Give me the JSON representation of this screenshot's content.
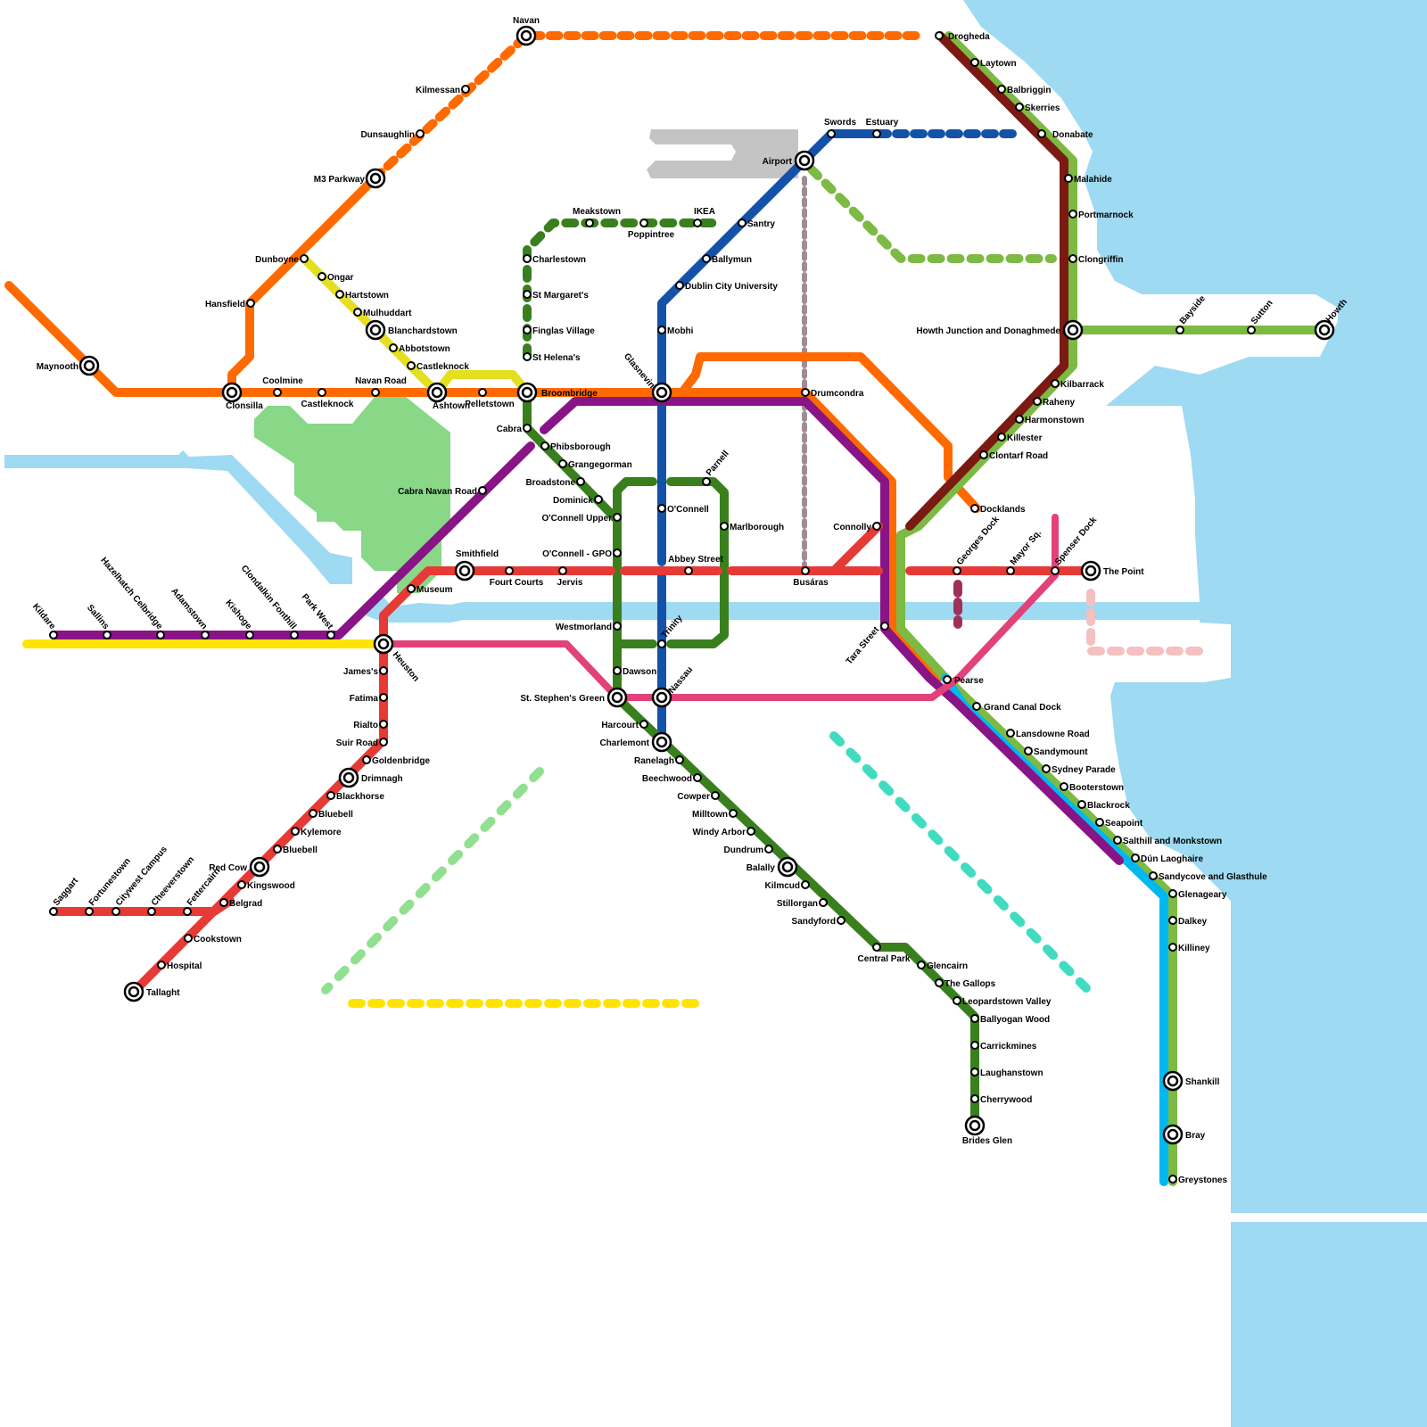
{
  "colors": {
    "water": "#9edaf2",
    "park": "#88d888",
    "airport": "#c4c4c4",
    "dart": "#7cba44",
    "dart_dark": "#7a1a12",
    "maynooth": "#ff6a00",
    "blanch": "#e4e020",
    "luas_red": "#e63a36",
    "luas_green": "#3a7f1e",
    "metro_blue": "#1452a8",
    "dart_cyan": "#00b8f0",
    "purple": "#881486",
    "pink": "#e2427a",
    "yellow": "#ffe400",
    "mauve": "#a08c94",
    "teal": "#40dcc0",
    "lightgreen": "#90e090",
    "blush": "#f4c0c0",
    "maroon": "#a0305a"
  },
  "stations": [
    {
      "name": "Navan"
    },
    {
      "name": "Kilmessan"
    },
    {
      "name": "Dunsaughlin"
    },
    {
      "name": "M3 Parkway"
    },
    {
      "name": "Dunboyne"
    },
    {
      "name": "Hansfield"
    },
    {
      "name": "Maynooth"
    },
    {
      "name": "Clonsilla"
    },
    {
      "name": "Coolmine"
    },
    {
      "name": "Castleknock"
    },
    {
      "name": "Navan Road"
    },
    {
      "name": "Ashtown"
    },
    {
      "name": "Pelletstown"
    },
    {
      "name": "Broombridge"
    },
    {
      "name": "Ongar"
    },
    {
      "name": "Hartstown"
    },
    {
      "name": "Mulhuddart"
    },
    {
      "name": "Blanchardstown"
    },
    {
      "name": "Abbotstown"
    },
    {
      "name": "Castleknock"
    },
    {
      "name": "Meakstown"
    },
    {
      "name": "Poppintree"
    },
    {
      "name": "IKEA"
    },
    {
      "name": "Santry"
    },
    {
      "name": "Charlestown"
    },
    {
      "name": "St Margaret's"
    },
    {
      "name": "Finglas Village"
    },
    {
      "name": "St Helena's"
    },
    {
      "name": "Swords"
    },
    {
      "name": "Estuary"
    },
    {
      "name": "Airport"
    },
    {
      "name": "Ballymun"
    },
    {
      "name": "Dublin City University"
    },
    {
      "name": "Mobhi"
    },
    {
      "name": "Glasnevin"
    },
    {
      "name": "Drumcondra"
    },
    {
      "name": "Drogheda"
    },
    {
      "name": "Laytown"
    },
    {
      "name": "Balbriggin"
    },
    {
      "name": "Skerries"
    },
    {
      "name": "Donabate"
    },
    {
      "name": "Malahide"
    },
    {
      "name": "Portmarnock"
    },
    {
      "name": "Clongriffin"
    },
    {
      "name": "Howth Junction and Donaghmede"
    },
    {
      "name": "Bayside"
    },
    {
      "name": "Sutton"
    },
    {
      "name": "Howth"
    },
    {
      "name": "Kilbarrack"
    },
    {
      "name": "Raheny"
    },
    {
      "name": "Harmonstown"
    },
    {
      "name": "Killester"
    },
    {
      "name": "Clontarf Road"
    },
    {
      "name": "Docklands"
    },
    {
      "name": "Cabra"
    },
    {
      "name": "Phibsborough"
    },
    {
      "name": "Grangegorman"
    },
    {
      "name": "Broadstone"
    },
    {
      "name": "Dominick"
    },
    {
      "name": "O'Connell Upper"
    },
    {
      "name": "O'Connell - GPO"
    },
    {
      "name": "Parnell"
    },
    {
      "name": "O'Connell"
    },
    {
      "name": "Marlborough"
    },
    {
      "name": "Abbey Street"
    },
    {
      "name": "Busáras"
    },
    {
      "name": "Connolly"
    },
    {
      "name": "Georges Dock"
    },
    {
      "name": "Mayor Sq."
    },
    {
      "name": "Spenser Dock"
    },
    {
      "name": "The Point"
    },
    {
      "name": "Cabra Navan Road"
    },
    {
      "name": "Smithfield"
    },
    {
      "name": "Museum"
    },
    {
      "name": "Fourt Courts"
    },
    {
      "name": "Jervis"
    },
    {
      "name": "Kildare"
    },
    {
      "name": "Sallins"
    },
    {
      "name": "Hazelhatch Celbridge"
    },
    {
      "name": "Adamstown"
    },
    {
      "name": "Kishoge"
    },
    {
      "name": "Clondalkin Fonthill"
    },
    {
      "name": "Park West"
    },
    {
      "name": "Heuston"
    },
    {
      "name": "Westmorland"
    },
    {
      "name": "Trinity"
    },
    {
      "name": "Tara Street"
    },
    {
      "name": "James's"
    },
    {
      "name": "Fatima"
    },
    {
      "name": "Rialto"
    },
    {
      "name": "Suir Road"
    },
    {
      "name": "Goldenbridge"
    },
    {
      "name": "Drimnagh"
    },
    {
      "name": "Blackhorse"
    },
    {
      "name": "Bluebell"
    },
    {
      "name": "Kylemore"
    },
    {
      "name": "Bluebell"
    },
    {
      "name": "Red Cow"
    },
    {
      "name": "Kingswood"
    },
    {
      "name": "Belgrad"
    },
    {
      "name": "Cookstown"
    },
    {
      "name": "Hospital"
    },
    {
      "name": "Tallaght"
    },
    {
      "name": "Saggart"
    },
    {
      "name": "Fortunestown"
    },
    {
      "name": "Citywest Campus"
    },
    {
      "name": "Cheeverstown"
    },
    {
      "name": "Fettercairn"
    },
    {
      "name": "Dawson"
    },
    {
      "name": "St. Stephen's Green"
    },
    {
      "name": "Nassau"
    },
    {
      "name": "Pearse"
    },
    {
      "name": "Grand Canal Dock"
    },
    {
      "name": "Harcourt"
    },
    {
      "name": "Charlemont"
    },
    {
      "name": "Ranelagh"
    },
    {
      "name": "Beechwood"
    },
    {
      "name": "Cowper"
    },
    {
      "name": "Milltown"
    },
    {
      "name": "Windy Arbor"
    },
    {
      "name": "Dundrum"
    },
    {
      "name": "Balally"
    },
    {
      "name": "Kilmcud"
    },
    {
      "name": "Stillorgan"
    },
    {
      "name": "Sandyford"
    },
    {
      "name": "Central Park"
    },
    {
      "name": "Glencairn"
    },
    {
      "name": "The Gallops"
    },
    {
      "name": "Leopardstown Valley"
    },
    {
      "name": "Ballyogan Wood"
    },
    {
      "name": "Carrickmines"
    },
    {
      "name": "Laughanstown"
    },
    {
      "name": "Cherrywood"
    },
    {
      "name": "Brides Glen"
    },
    {
      "name": "Lansdowne Road"
    },
    {
      "name": "Sandymount"
    },
    {
      "name": "Sydney Parade"
    },
    {
      "name": "Booterstown"
    },
    {
      "name": "Blackrock"
    },
    {
      "name": "Seapoint"
    },
    {
      "name": "Salthill and Monkstown"
    },
    {
      "name": "Dún Laoghaire"
    },
    {
      "name": "Sandycove and Glasthule"
    },
    {
      "name": "Glenageary"
    },
    {
      "name": "Dalkey"
    },
    {
      "name": "Killiney"
    },
    {
      "name": "Shankill"
    },
    {
      "name": "Bray"
    },
    {
      "name": "Greystones"
    }
  ]
}
